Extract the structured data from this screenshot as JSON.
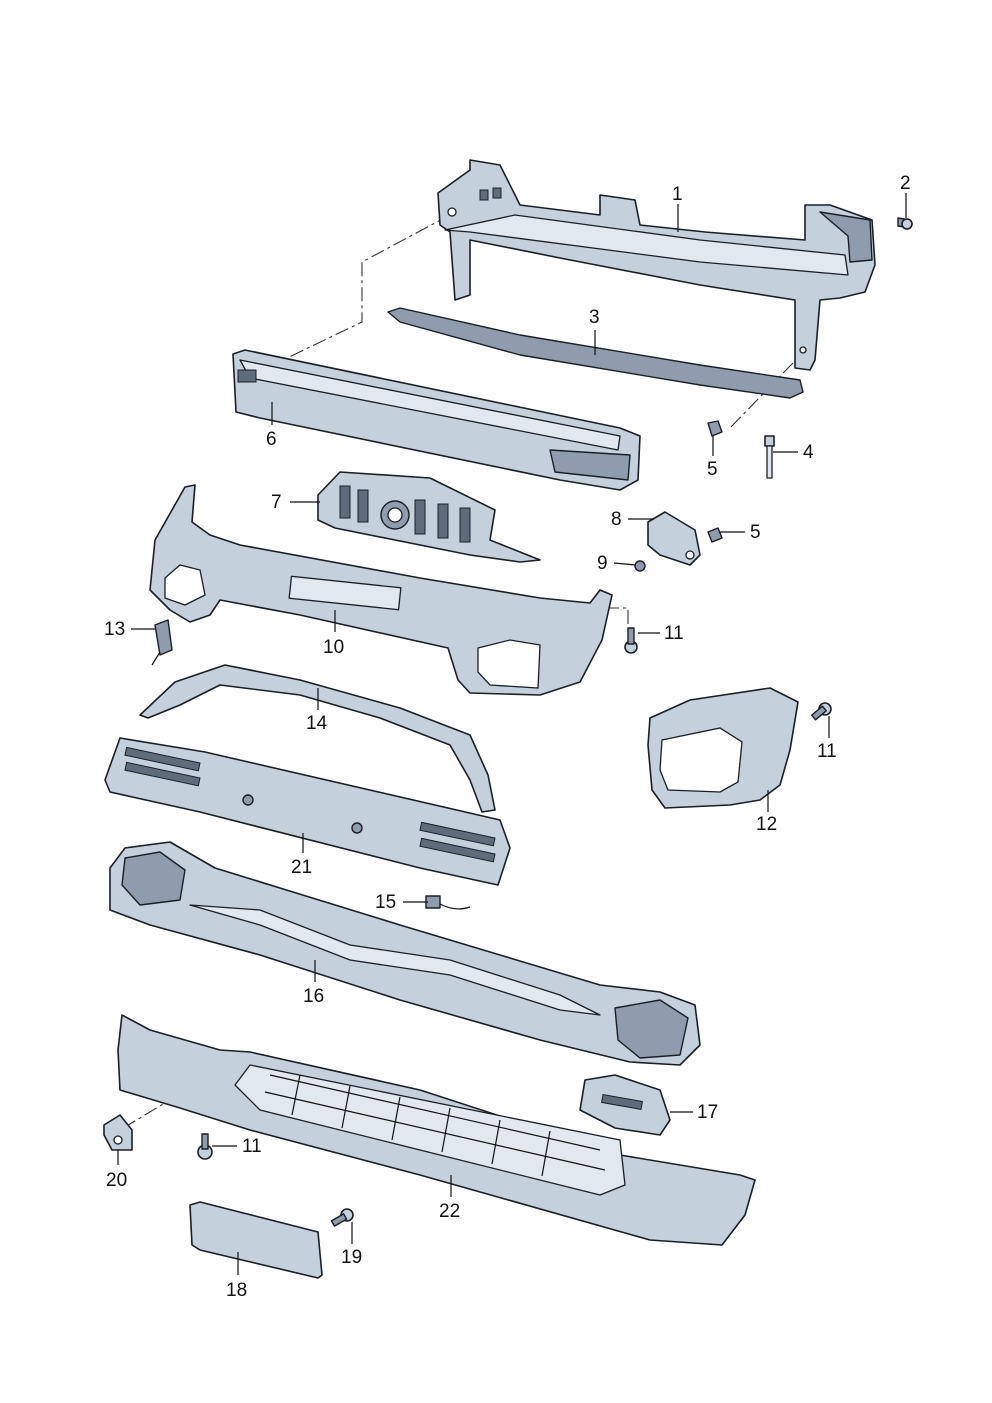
{
  "callouts": [
    {
      "id": "1",
      "label": "1"
    },
    {
      "id": "2",
      "label": "2"
    },
    {
      "id": "3",
      "label": "3"
    },
    {
      "id": "4",
      "label": "4"
    },
    {
      "id": "5a",
      "label": "5"
    },
    {
      "id": "5b",
      "label": "5"
    },
    {
      "id": "6",
      "label": "6"
    },
    {
      "id": "7",
      "label": "7"
    },
    {
      "id": "8",
      "label": "8"
    },
    {
      "id": "9",
      "label": "9"
    },
    {
      "id": "10",
      "label": "10"
    },
    {
      "id": "11a",
      "label": "11"
    },
    {
      "id": "11b",
      "label": "11"
    },
    {
      "id": "11c",
      "label": "11"
    },
    {
      "id": "12",
      "label": "12"
    },
    {
      "id": "13",
      "label": "13"
    },
    {
      "id": "14",
      "label": "14"
    },
    {
      "id": "15",
      "label": "15"
    },
    {
      "id": "16",
      "label": "16"
    },
    {
      "id": "17",
      "label": "17"
    },
    {
      "id": "18",
      "label": "18"
    },
    {
      "id": "19",
      "label": "19"
    },
    {
      "id": "20",
      "label": "20"
    },
    {
      "id": "21",
      "label": "21"
    },
    {
      "id": "22",
      "label": "22"
    }
  ],
  "colors": {
    "part_fill": "#c5d0dd",
    "part_dark": "#8e9cad",
    "outline": "#1a1f26"
  }
}
